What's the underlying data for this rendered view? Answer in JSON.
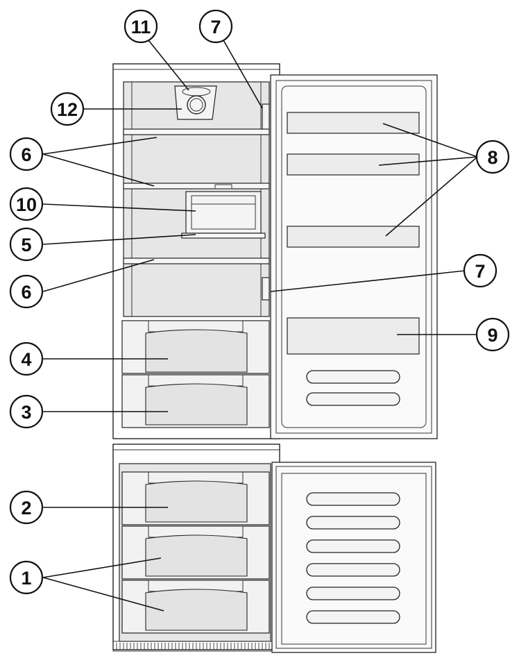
{
  "callouts": {
    "c1": "1",
    "c2": "2",
    "c3": "3",
    "c4": "4",
    "c5": "5",
    "c6a": "6",
    "c6b": "6",
    "c7a": "7",
    "c7b": "7",
    "c8": "8",
    "c9": "9",
    "c10": "10",
    "c11": "11",
    "c12": "12"
  },
  "colors": {
    "line": "#111111",
    "cavity": "#e6e6e6",
    "background": "#ffffff"
  }
}
